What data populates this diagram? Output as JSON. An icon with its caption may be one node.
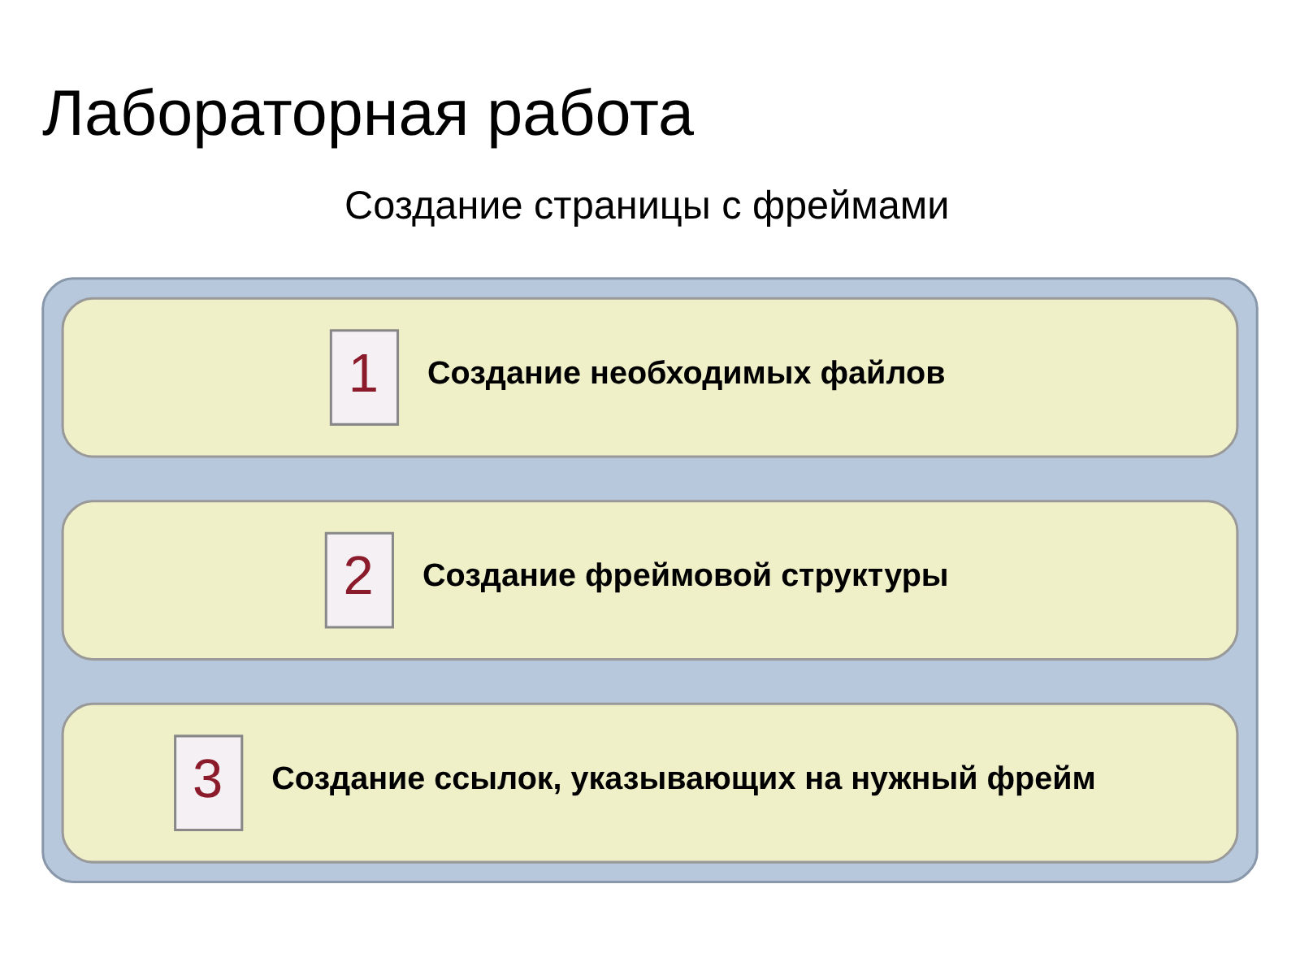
{
  "diagram": {
    "title": "Лабораторная работа",
    "nodes": [
      {
        "text": [],
        "shape": "box"
      },
      {
        "text": [
          "1",
          "Создание необходимых файлов"
        ],
        "in": 0
      },
      {
        "text": [
          "2",
          "Создание фреймовой структуры"
        ],
        "in": 0
      },
      {
        "text": [
          "3",
          "Создание ссылок, указывающих на нужный фрейм"
        ],
        "in": 0
      }
    ],
    "labels": [
      "Создание страницы с фреймами"
    ]
  }
}
